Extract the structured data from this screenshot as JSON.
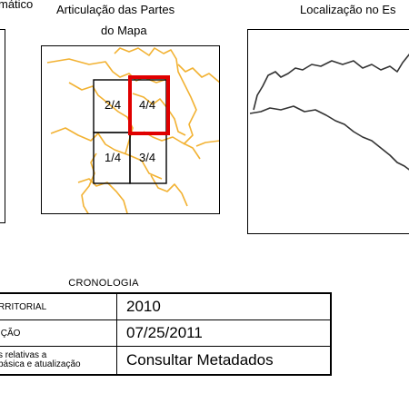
{
  "header": {
    "left_partial": "mático",
    "articulation_line1": "Articulação das Partes",
    "articulation_line2": "do Mapa",
    "location_partial": "Localização no Es"
  },
  "grid": {
    "cells": [
      "2/4",
      "4/4",
      "1/4",
      "3/4"
    ],
    "selected": "4/4",
    "highlight_color": "#e00000",
    "boundary_color": "#f2b233"
  },
  "cronologia": {
    "title": "CRONOLOGIA",
    "rows": [
      {
        "label": "RRITORIAL",
        "value": "2010"
      },
      {
        "label": "IÇÃO",
        "value": "07/25/2011"
      },
      {
        "label_line1": "s relativas a",
        "label_line2": "básica e atualização",
        "value": "Consultar Metadados"
      }
    ]
  }
}
